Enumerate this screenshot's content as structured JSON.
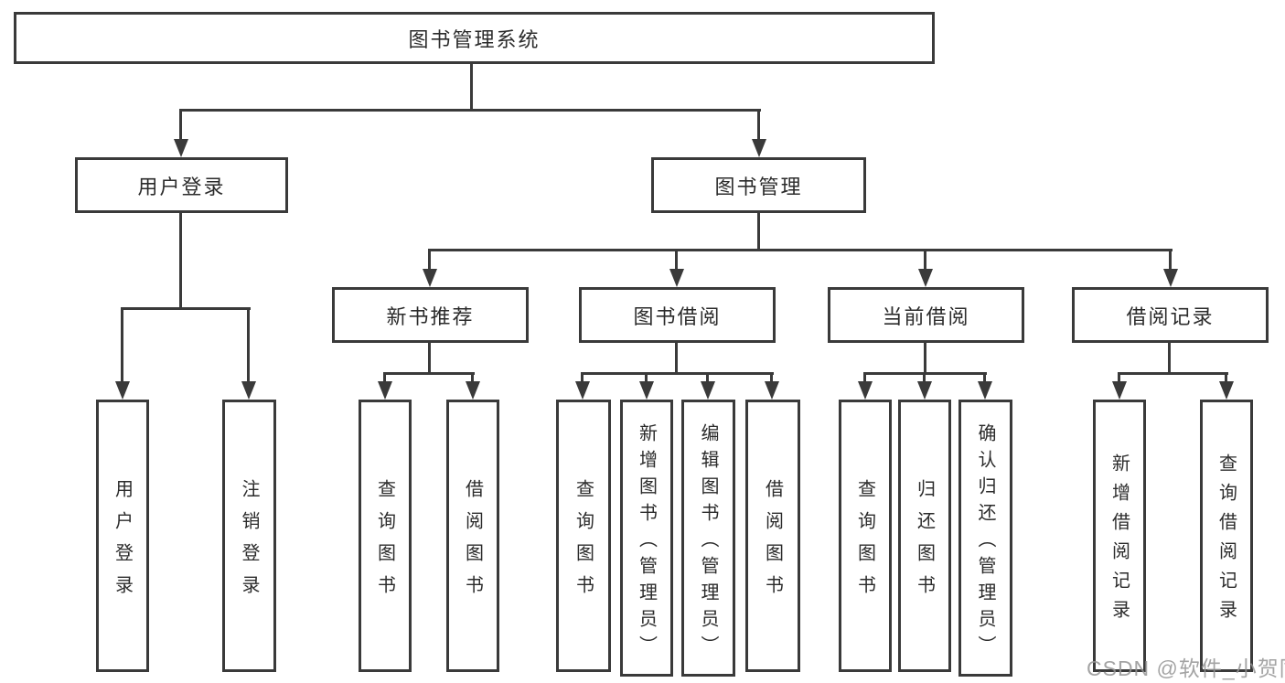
{
  "colors": {
    "line": "#3a3a3a",
    "text": "#2b2b2b",
    "background": "#ffffff",
    "watermark": "#949494"
  },
  "watermark": {
    "text": "CSDN @软件_小贺同学"
  },
  "tree": {
    "root": {
      "label": "图书管理系统"
    },
    "branches": [
      {
        "label": "用户登录",
        "children": [
          {
            "label": "用户登录"
          },
          {
            "label": "注销登录"
          }
        ]
      },
      {
        "label": "图书管理",
        "children": [
          {
            "label": "新书推荐",
            "children": [
              {
                "label": "查询图书"
              },
              {
                "label": "借阅图书"
              }
            ]
          },
          {
            "label": "图书借阅",
            "children": [
              {
                "label": "查询图书"
              },
              {
                "label": "新增图书（管理员）"
              },
              {
                "label": "编辑图书（管理员）"
              },
              {
                "label": "借阅图书"
              }
            ]
          },
          {
            "label": "当前借阅",
            "children": [
              {
                "label": "查询图书"
              },
              {
                "label": "归还图书"
              },
              {
                "label": "确认归还（管理员）"
              }
            ]
          },
          {
            "label": "借阅记录",
            "children": [
              {
                "label": "新增借阅记录"
              },
              {
                "label": "查询借阅记录"
              }
            ]
          }
        ]
      }
    ]
  }
}
